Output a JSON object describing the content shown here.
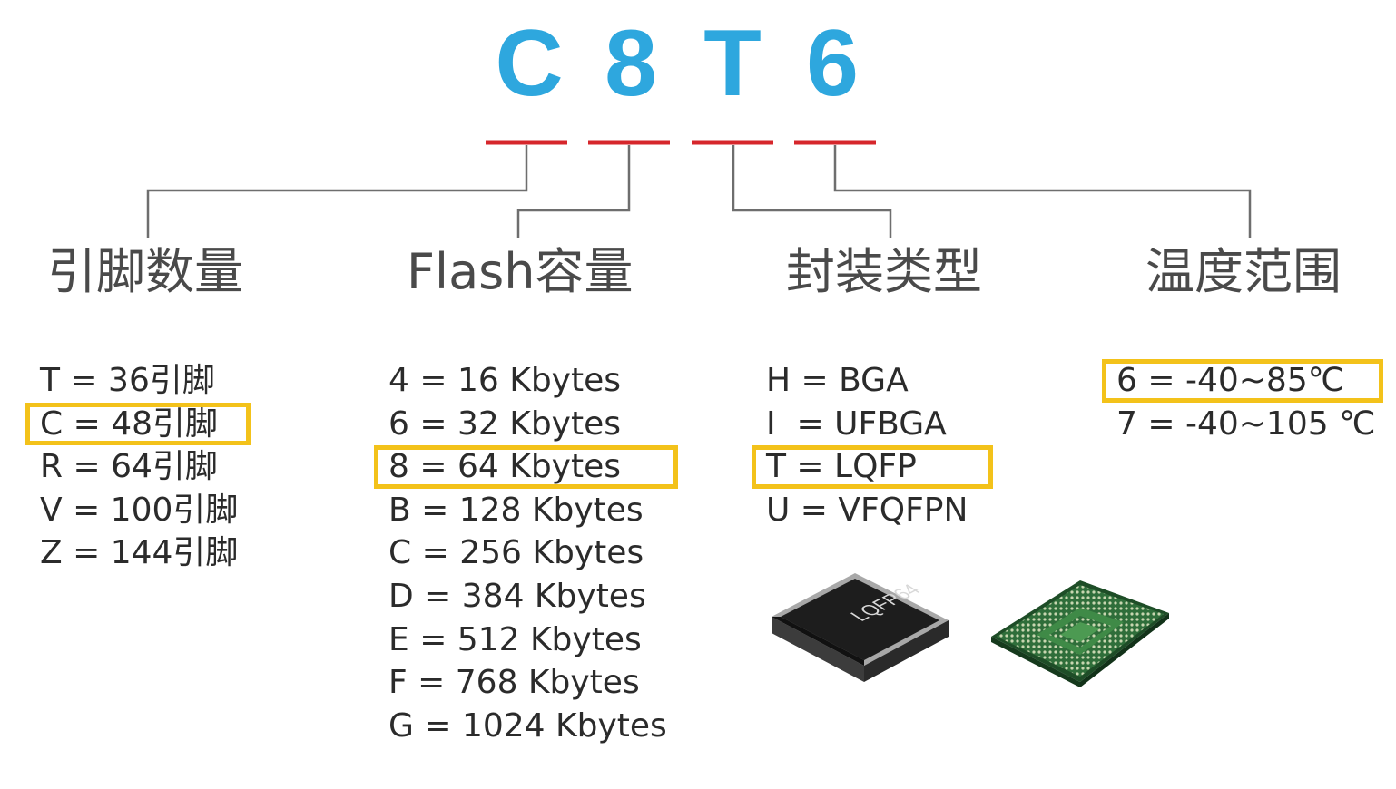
{
  "code": {
    "letters": [
      "C",
      "8",
      "T",
      "6"
    ],
    "letter_color": "#2ea7de",
    "underline_color": "#d6262b",
    "connector_color": "#6e6e6e"
  },
  "categories": [
    {
      "title": "引脚数量",
      "options": [
        "T = 36引脚",
        "C = 48引脚",
        "R = 64引脚",
        "V = 100引脚",
        "Z = 144引脚"
      ],
      "selected_index": 1
    },
    {
      "title": "Flash容量",
      "options": [
        "4 = 16 Kbytes",
        "6 = 32 Kbytes",
        "8 = 64 Kbytes",
        "B = 128 Kbytes",
        "C = 256 Kbytes",
        "D = 384 Kbytes",
        "E = 512 Kbytes",
        "F = 768 Kbytes",
        "G = 1024 Kbytes"
      ],
      "selected_index": 2
    },
    {
      "title": "封装类型",
      "options": [
        "H = BGA",
        "I  = UFBGA",
        "T = LQFP",
        "U = VFQFPN"
      ],
      "selected_index": 2
    },
    {
      "title": "温度范围",
      "options": [
        "6 = -40~85℃",
        "7 = -40~105 ℃"
      ],
      "selected_index": 0
    }
  ],
  "highlight_color": "#f3c21a",
  "images": {
    "lqfp_chip_label": "LQFP64",
    "lqfp_chip_icon": "lqfp-chip-icon",
    "bga_chip_icon": "bga-chip-icon"
  }
}
